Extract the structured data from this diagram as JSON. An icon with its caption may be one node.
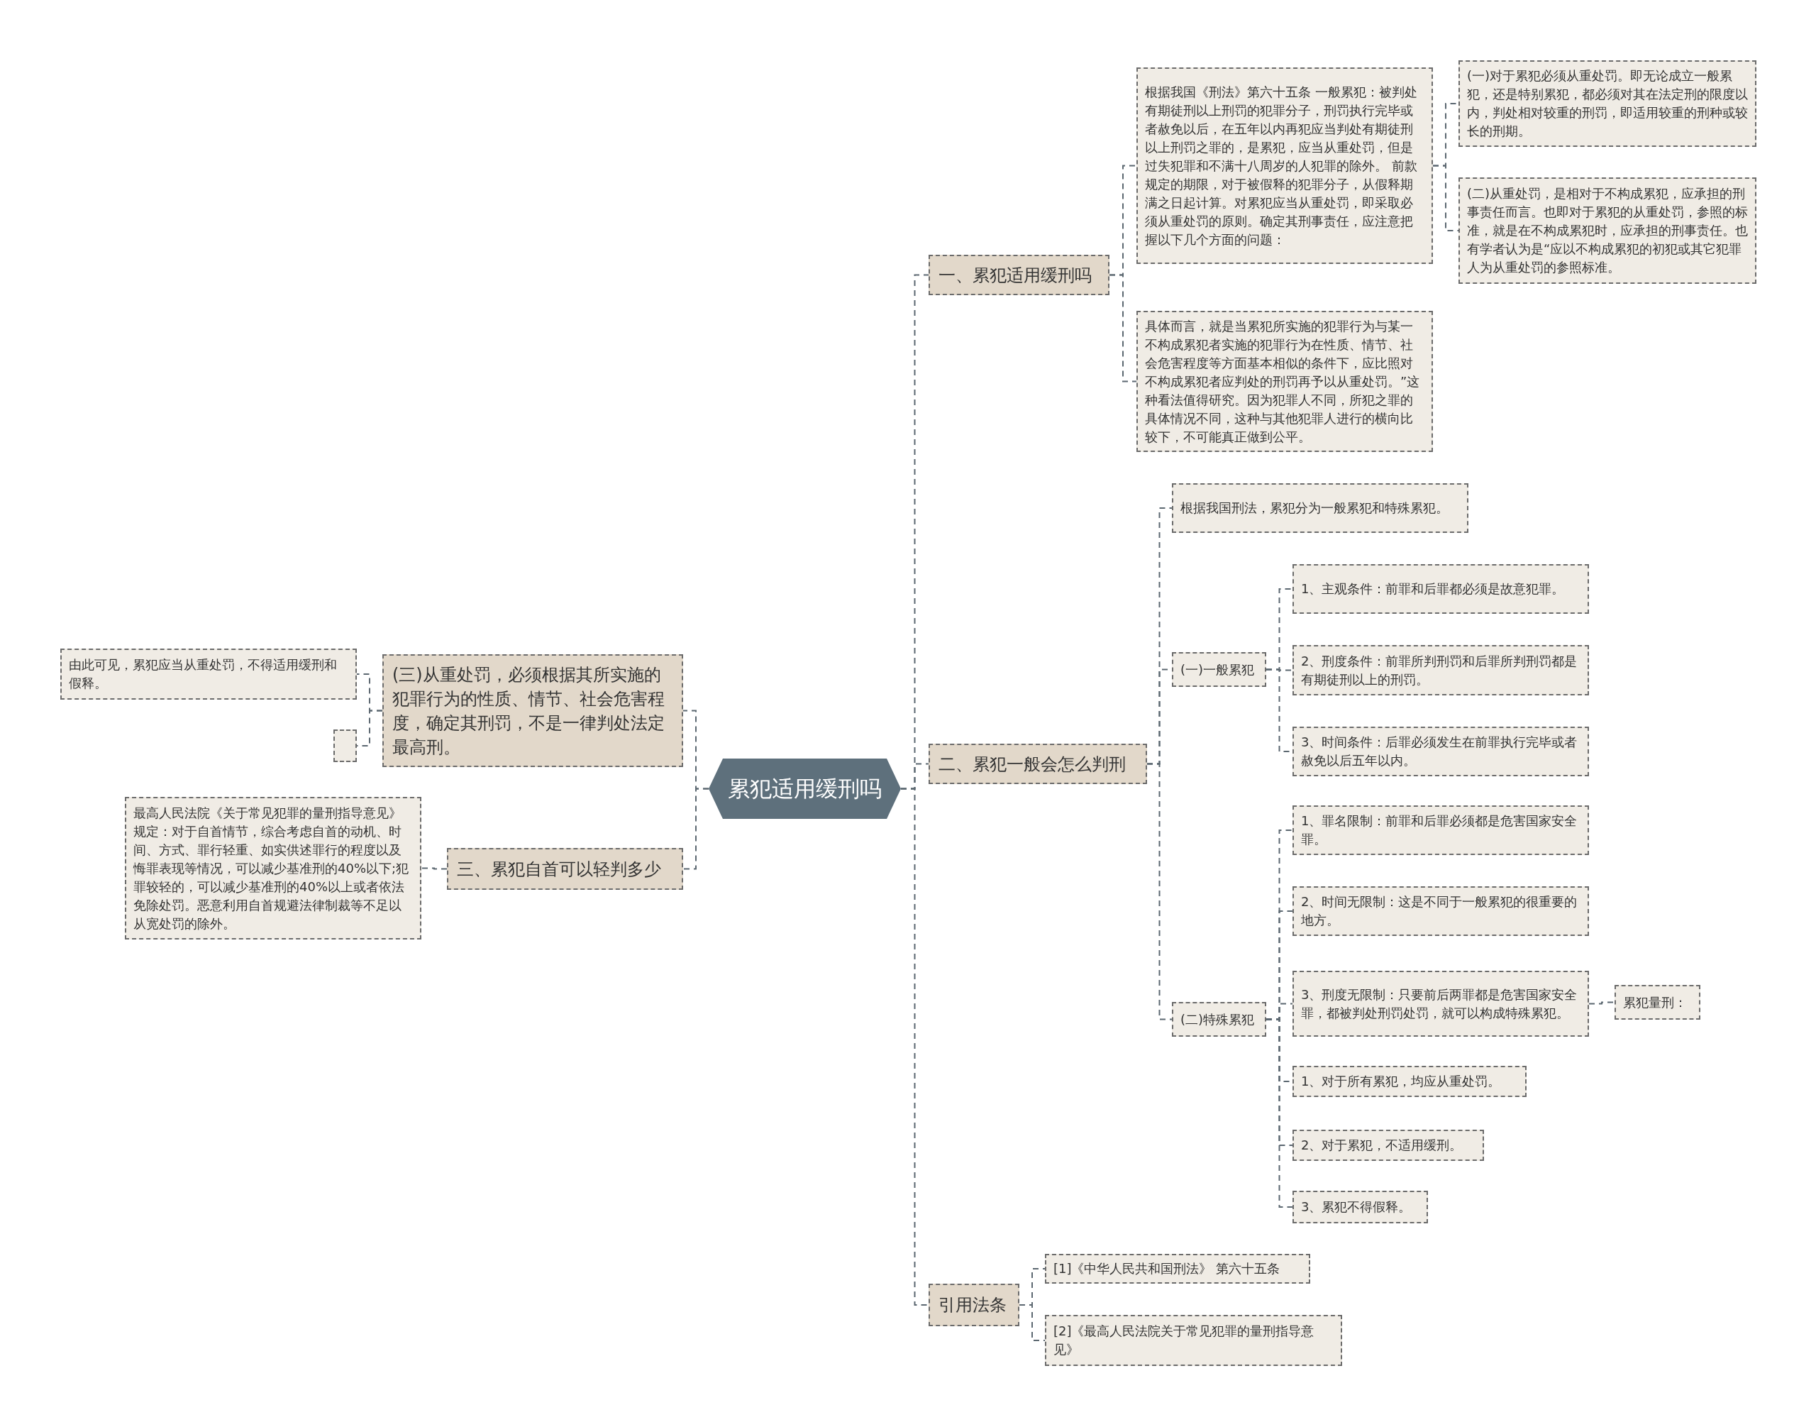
{
  "diagram": {
    "nodes": [
      {
        "text": [
          "累犯适用缓刑吗"
        ]
      },
      {
        "text": [
          "一、累犯适用缓刑吗"
        ]
      },
      {
        "text": [
          "根据我国《刑法》第六十五条 一般累犯：被判处有期徒刑以上刑罚的犯罪分子，刑罚执行完毕或者赦免以后，在五年以内再犯应当判处有期徒刑以上刑罚之罪的，是累犯，应当从重处罚，但是过失犯罪和不满十八周岁的人犯罪的除外。 前款规定的期限，对于被假释的犯罪分子，从假释期满之日起计算。对累犯应当从重处罚，即采取必须从重处罚的原则。确定其刑事责任，应注意把握以下几个方面的问题："
        ]
      },
      {
        "text": [
          "(一)对于累犯必须从重处罚。即无论成立一般累犯，还是特别累犯，都必须对其在法定刑的限度以内，判处相对较重的刑罚，即适用较重的刑种或较长的刑期。"
        ]
      },
      {
        "text": [
          "(二)从重处罚，是相对于不构成累犯，应承担的刑事责任而言。也即对于累犯的从重处罚，参照的标准，就是在不构成累犯时，应承担的刑事责任。也有学者认为是“应以不构成累犯的初犯或其它犯罪人为从重处罚的参照标准。"
        ]
      },
      {
        "text": [
          "具体而言，就是当累犯所实施的犯罪行为与某一不构成累犯者实施的犯罪行为在性质、情节、社会危害程度等方面基本相似的条件下，应比照对不构成累犯者应判处的刑罚再予以从重处罚。”这种看法值得研究。因为犯罪人不同，所犯之罪的具体情况不同，这种与其他犯罪人进行的横向比较下，不可能真正做到公平。"
        ]
      },
      {
        "text": [
          "二、累犯一般会怎么判刑"
        ]
      },
      {
        "text": [
          "根据我国刑法，累犯分为一般累犯和特殊累犯。"
        ]
      },
      {
        "text": [
          "(一)一般累犯"
        ]
      },
      {
        "text": [
          "1、主观条件：前罪和后罪都必须是故意犯罪。"
        ]
      },
      {
        "text": [
          "2、刑度条件：前罪所判刑罚和后罪所判刑罚都是有期徒刑以上的刑罚。"
        ]
      },
      {
        "text": [
          "3、时间条件：后罪必须发生在前罪执行完毕或者赦免以后五年以内。"
        ]
      },
      {
        "text": [
          "(二)特殊累犯"
        ]
      },
      {
        "text": [
          "1、罪名限制：前罪和后罪必须都是危害国家安全罪。"
        ]
      },
      {
        "text": [
          "2、时间无限制：这是不同于一般累犯的很重要的地方。"
        ]
      },
      {
        "text": [
          "3、刑度无限制：只要前后两罪都是危害国家安全罪，都被判处刑罚处罚，就可以构成特殊累犯。"
        ]
      },
      {
        "text": [
          "累犯量刑："
        ]
      },
      {
        "text": [
          "1、对于所有累犯，均应从重处罚。"
        ]
      },
      {
        "text": [
          "2、对于累犯，不适用缓刑。"
        ]
      },
      {
        "text": [
          "3、累犯不得假释。"
        ]
      },
      {
        "text": [
          "引用法条"
        ]
      },
      {
        "text": [
          "[1]《中华人民共和国刑法》 第六十五条"
        ]
      },
      {
        "text": [
          "[2]《最高人民法院关于常见犯罪的量刑指导意见》"
        ]
      },
      {
        "text": [
          "(三)从重处罚，必须根据其所实施的犯罪行为的性质、情节、社会危害程度，确定其刑罚，不是一律判处法定最高刑。"
        ]
      },
      {
        "text": [
          "由此可见，累犯应当从重处罚，不得适用缓刑和假释。"
        ]
      },
      {
        "text": [],
        "shape": "box"
      },
      {
        "text": [
          "三、累犯自首可以轻判多少"
        ]
      },
      {
        "text": [
          "最高人民法院《关于常见犯罪的量刑指导意见》规定：对于自首情节，综合考虑自首的动机、时间、方式、罪行轻重、如实供述罪行的程度以及悔罪表现等情况，可以减少基准刑的40%以下;犯罪较轻的，可以减少基准刑的40%以上或者依法免除处罚。恶意利用自首规避法律制裁等不足以从宽处罚的除外。"
        ]
      }
    ],
    "edges": [
      {
        "from": 0,
        "to": 1,
        "arrow": "none"
      },
      {
        "from": 1,
        "to": 2,
        "arrow": "none"
      },
      {
        "from": 2,
        "to": 3,
        "arrow": "none"
      },
      {
        "from": 2,
        "to": 4,
        "arrow": "none"
      },
      {
        "from": 1,
        "to": 5,
        "arrow": "none"
      },
      {
        "from": 0,
        "to": 6,
        "arrow": "none"
      },
      {
        "from": 6,
        "to": 7,
        "arrow": "none"
      },
      {
        "from": 6,
        "to": 8,
        "arrow": "none"
      },
      {
        "from": 8,
        "to": 9,
        "arrow": "none"
      },
      {
        "from": 8,
        "to": 10,
        "arrow": "none"
      },
      {
        "from": 8,
        "to": 11,
        "arrow": "none"
      },
      {
        "from": 6,
        "to": 12,
        "arrow": "none"
      },
      {
        "from": 12,
        "to": 13,
        "arrow": "none"
      },
      {
        "from": 12,
        "to": 14,
        "arrow": "none"
      },
      {
        "from": 12,
        "to": 15,
        "arrow": "none"
      },
      {
        "from": 15,
        "to": 16,
        "arrow": "none"
      },
      {
        "from": 12,
        "to": 17,
        "arrow": "none"
      },
      {
        "from": 12,
        "to": 18,
        "arrow": "none"
      },
      {
        "from": 12,
        "to": 19,
        "arrow": "none"
      },
      {
        "from": 0,
        "to": 20,
        "arrow": "none"
      },
      {
        "from": 20,
        "to": 21,
        "arrow": "none"
      },
      {
        "from": 20,
        "to": 22,
        "arrow": "none"
      },
      {
        "from": 0,
        "to": 23,
        "arrow": "none"
      },
      {
        "from": 23,
        "to": 24,
        "arrow": "none"
      },
      {
        "from": 23,
        "to": 25,
        "arrow": "none"
      },
      {
        "from": 0,
        "to": 26,
        "arrow": "none"
      },
      {
        "from": 26,
        "to": 27,
        "arrow": "none"
      }
    ]
  }
}
